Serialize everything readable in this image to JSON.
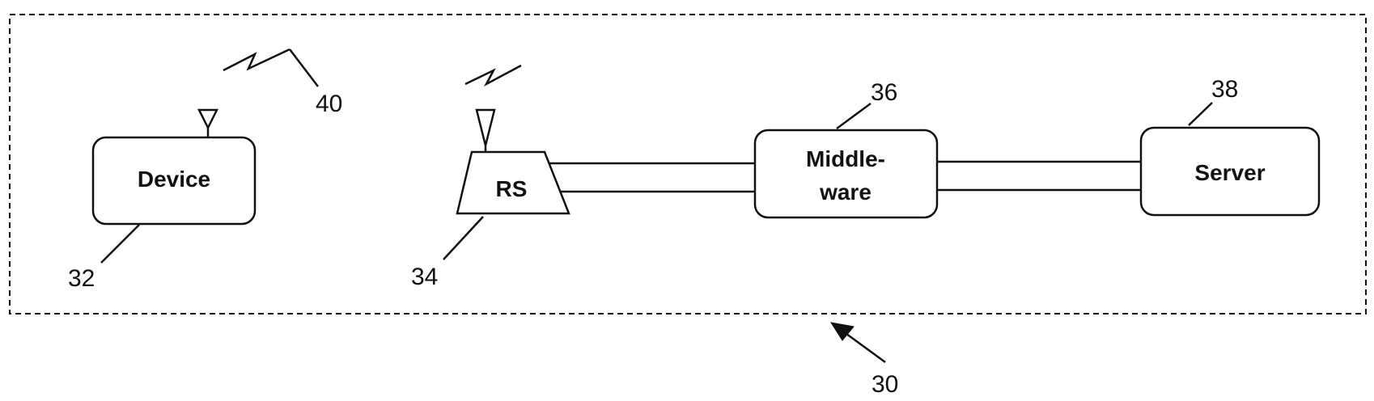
{
  "system": {
    "ref": "30"
  },
  "device": {
    "label": "Device",
    "ref": "32"
  },
  "relay_station": {
    "label": "RS",
    "ref": "34"
  },
  "middleware": {
    "label_line1": "Middle-",
    "label_line2": "ware",
    "ref": "36"
  },
  "server": {
    "label": "Server",
    "ref": "38"
  },
  "wireless_link": {
    "ref": "40"
  },
  "colors": {
    "ink": "#111111",
    "background": "#ffffff"
  }
}
